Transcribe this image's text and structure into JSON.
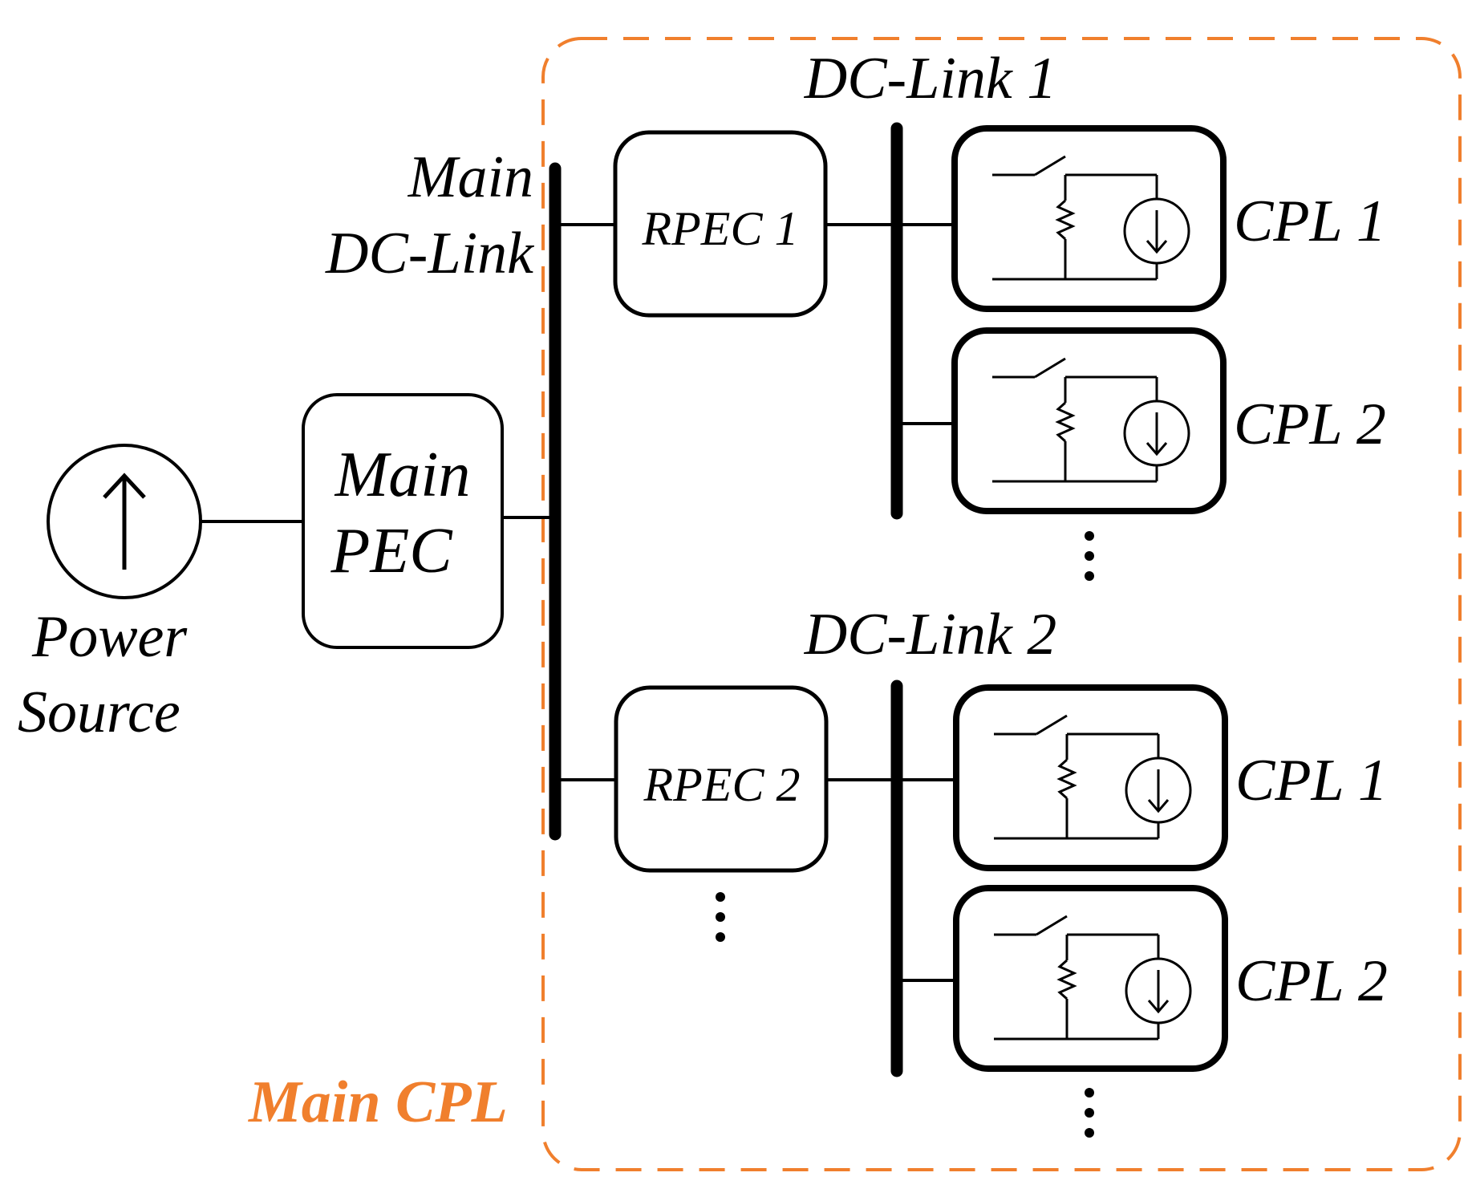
{
  "diagram": {
    "group_label": "Main CPL",
    "group_color": "#F07F2D",
    "source": {
      "label_line1": "Power",
      "label_line2": "Source",
      "icon": "current-source-arrow-icon"
    },
    "main_pec": {
      "line1": "Main",
      "line2": "PEC"
    },
    "main_bus": {
      "line1": "Main",
      "line2": "DC-Link"
    },
    "branches": [
      {
        "bus_label": "DC-Link 1",
        "converter_label": "RPEC 1",
        "loads": [
          {
            "label": "CPL 1"
          },
          {
            "label": "CPL 2"
          }
        ]
      },
      {
        "bus_label": "DC-Link 2",
        "converter_label": "RPEC 2",
        "loads": [
          {
            "label": "CPL 1"
          },
          {
            "label": "CPL 2"
          }
        ]
      }
    ],
    "continuation_icon": "vertical-ellipsis-icon"
  }
}
